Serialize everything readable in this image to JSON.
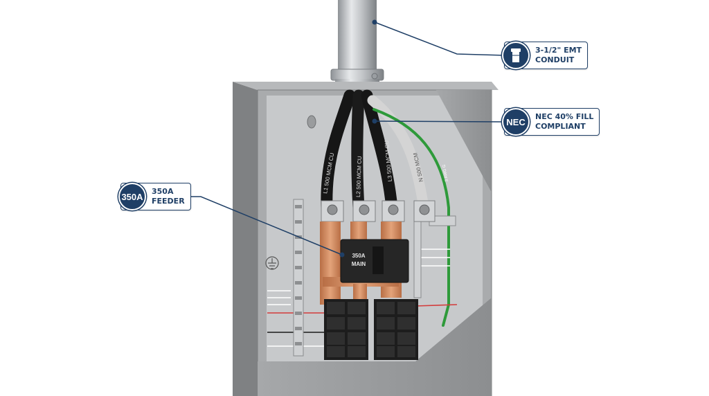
{
  "callouts": {
    "conduit": {
      "line1": "3-1/2\" EMT",
      "line2": "CONDUIT",
      "icon": "conduit-icon"
    },
    "nec": {
      "badge": "NEC",
      "line1": "NEC 40% FILL",
      "line2": "COMPLIANT"
    },
    "feeder": {
      "badge": "350A",
      "line1": "350A",
      "line2": "FEEDER"
    }
  },
  "breaker": {
    "line1": "350A",
    "line2": "MAIN"
  },
  "cables": {
    "l1": "L1 500 MCM CU",
    "l2": "L2 500 MCM CU",
    "l3": "L3 500 MCM CU",
    "neutral": "N 500 MCM",
    "ground": "3 AWG G"
  },
  "colors": {
    "accent": "#1f3f66",
    "panel": "#9a9c9e",
    "copper": "#d08a60",
    "ground_wire": "#2e9a3a"
  }
}
